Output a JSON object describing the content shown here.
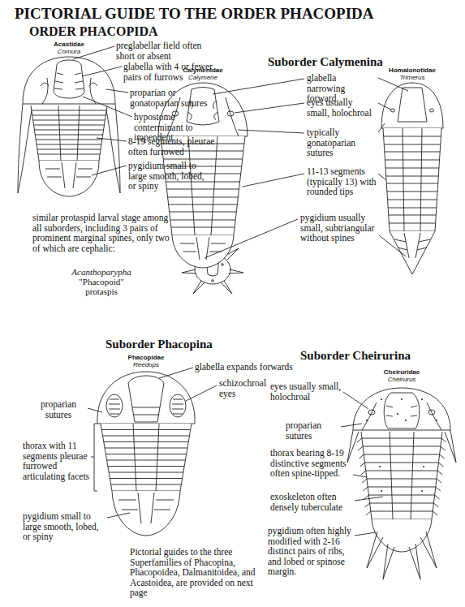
{
  "diagram": {
    "title": "PICTORIAL GUIDE TO THE ORDER PHACOPIDA",
    "labels": [
      "ORDER PHACOPIDA",
      "Acastidae",
      "Comura",
      "preglabellar field often short or absent",
      "glabella with 4 or fewer pairs of furrows",
      "proparian or gonatoparian sutures",
      "hypostome conterminant to impendent",
      "8-19 segments, pleurae often furrowed",
      "pygidium small to large smooth, lobed, or spiny",
      "similar protaspid larval stage among all suborders, including 3 pairs of prominent marginal spines, only two of which are cephalic:",
      "Acanthoparypha",
      "\"Phacopoid\" protaspis",
      "Suborder Calymenina",
      "Calymenidae",
      "Calymene",
      "Homalonotidae",
      "Trimerus",
      "glabella narrowing forward",
      "eyes usually small, holochroal",
      "typically gonatoparian sutures",
      "11-13 segments (typically 13) with rounded tips",
      "pygidium usually small, subtriangular without spines",
      "Suborder Phacopina",
      "Phacopidae",
      "Reedops",
      "glabella expands forwards",
      "schizochroal eyes",
      "proparian sutures",
      "thorax with 11 segments pleurae furrowed articulating facets",
      "pygidium small to large smooth, lobed, or spiny",
      "Pictorial guides to the three Superfamilies of Phacopina, Phacopoidea, Dalmanitoidea, and Acastoidea, are provided on next page",
      "Suborder Cheirurina",
      "Cheiruridae",
      "Cheirurus",
      "eyes usually small, holochroal",
      "proparian sutures",
      "thorax bearing 8-19 distinctive segments often spine-tipped.",
      "exoskeleton often densely tuberculate",
      "pygidium often highly modified with 2-16 distinct pairs of ribs, and lobed or spinose margin."
    ]
  }
}
